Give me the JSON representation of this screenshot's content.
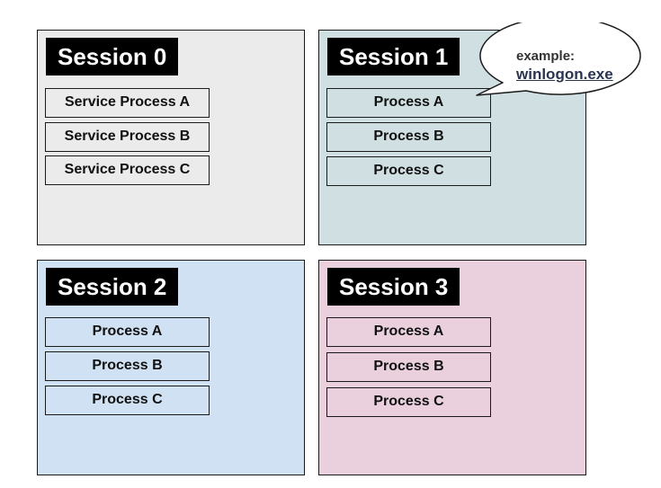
{
  "colors": {
    "session_0": "#ebebeb",
    "session_1": "#d0dfe2",
    "session_2": "#cfe1f3",
    "session_3": "#ead0dc"
  },
  "sessions": [
    {
      "title": "Session 0",
      "processes": [
        "Service Process A",
        "Service Process B",
        "Service Process C"
      ]
    },
    {
      "title": "Session 1",
      "processes": [
        "Process A",
        "Process B",
        "Process C"
      ]
    },
    {
      "title": "Session 2",
      "processes": [
        "Process A",
        "Process B",
        "Process C"
      ]
    },
    {
      "title": "Session 3",
      "processes": [
        "Process A",
        "Process B",
        "Process C"
      ]
    }
  ],
  "callout": {
    "label": "example:",
    "link": "winlogon.exe"
  }
}
